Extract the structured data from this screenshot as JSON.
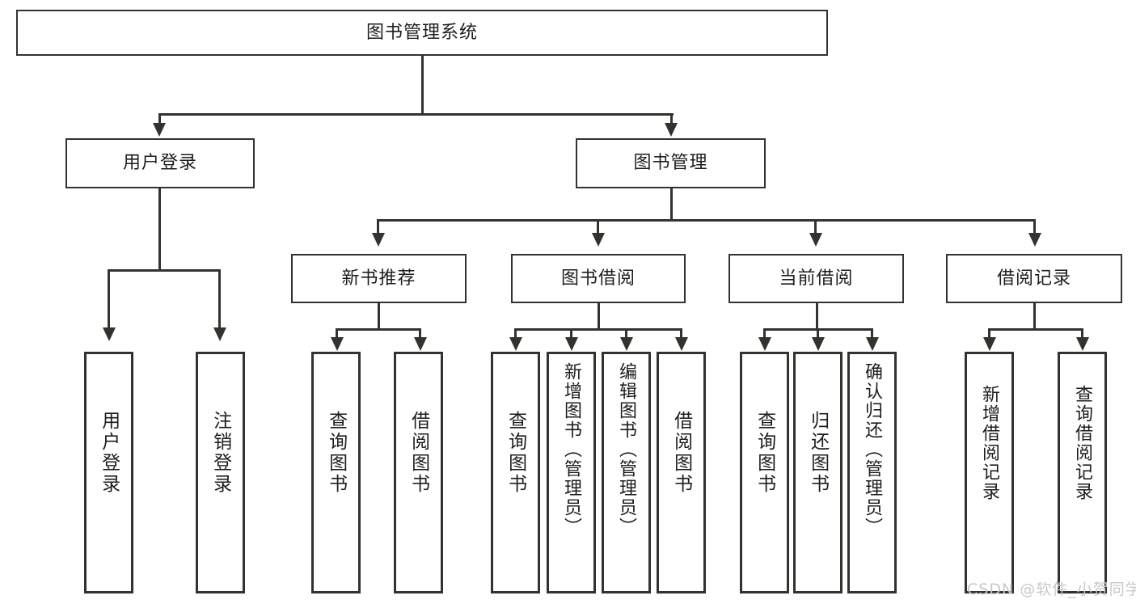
{
  "diagram": {
    "title_node": {
      "label": "图书管理系统"
    },
    "level1": [
      {
        "id": "user-login",
        "label": "用户登录"
      },
      {
        "id": "book-manage",
        "label": "图书管理"
      }
    ],
    "level2": [
      {
        "id": "new-book-recommend",
        "label": "新书推荐"
      },
      {
        "id": "book-borrow",
        "label": "图书借阅"
      },
      {
        "id": "current-borrow",
        "label": "当前借阅"
      },
      {
        "id": "borrow-record",
        "label": "借阅记录"
      }
    ],
    "leaves": [
      {
        "id": "leaf-user-login",
        "label": "用户登录",
        "parent": "user-login"
      },
      {
        "id": "leaf-logout",
        "label": "注销登录",
        "parent": "user-login"
      },
      {
        "id": "leaf-query-book-1",
        "label": "查询图书",
        "parent": "new-book-recommend"
      },
      {
        "id": "leaf-borrow-book-1",
        "label": "借阅图书",
        "parent": "new-book-recommend"
      },
      {
        "id": "leaf-query-book-2",
        "label": "查询图书",
        "parent": "book-borrow"
      },
      {
        "id": "leaf-add-book",
        "label": "新增图书（管理员）",
        "parent": "book-borrow"
      },
      {
        "id": "leaf-edit-book",
        "label": "编辑图书（管理员）",
        "parent": "book-borrow"
      },
      {
        "id": "leaf-borrow-book-2",
        "label": "借阅图书",
        "parent": "book-borrow"
      },
      {
        "id": "leaf-query-book-3",
        "label": "查询图书",
        "parent": "current-borrow"
      },
      {
        "id": "leaf-return-book",
        "label": "归还图书",
        "parent": "current-borrow"
      },
      {
        "id": "leaf-confirm-return",
        "label": "确认归还（管理员）",
        "parent": "current-borrow"
      },
      {
        "id": "leaf-add-borrow-record",
        "label": "新增借阅记录",
        "parent": "borrow-record"
      },
      {
        "id": "leaf-query-borrow-record",
        "label": "查询借阅记录",
        "parent": "borrow-record"
      }
    ]
  },
  "watermark": {
    "text": "CSDN @软件_小贺同学"
  },
  "colors": {
    "stroke": "#33322f",
    "fill": "#ffffff",
    "text": "#1d1d1d",
    "watermark": "#c9c9c9"
  }
}
